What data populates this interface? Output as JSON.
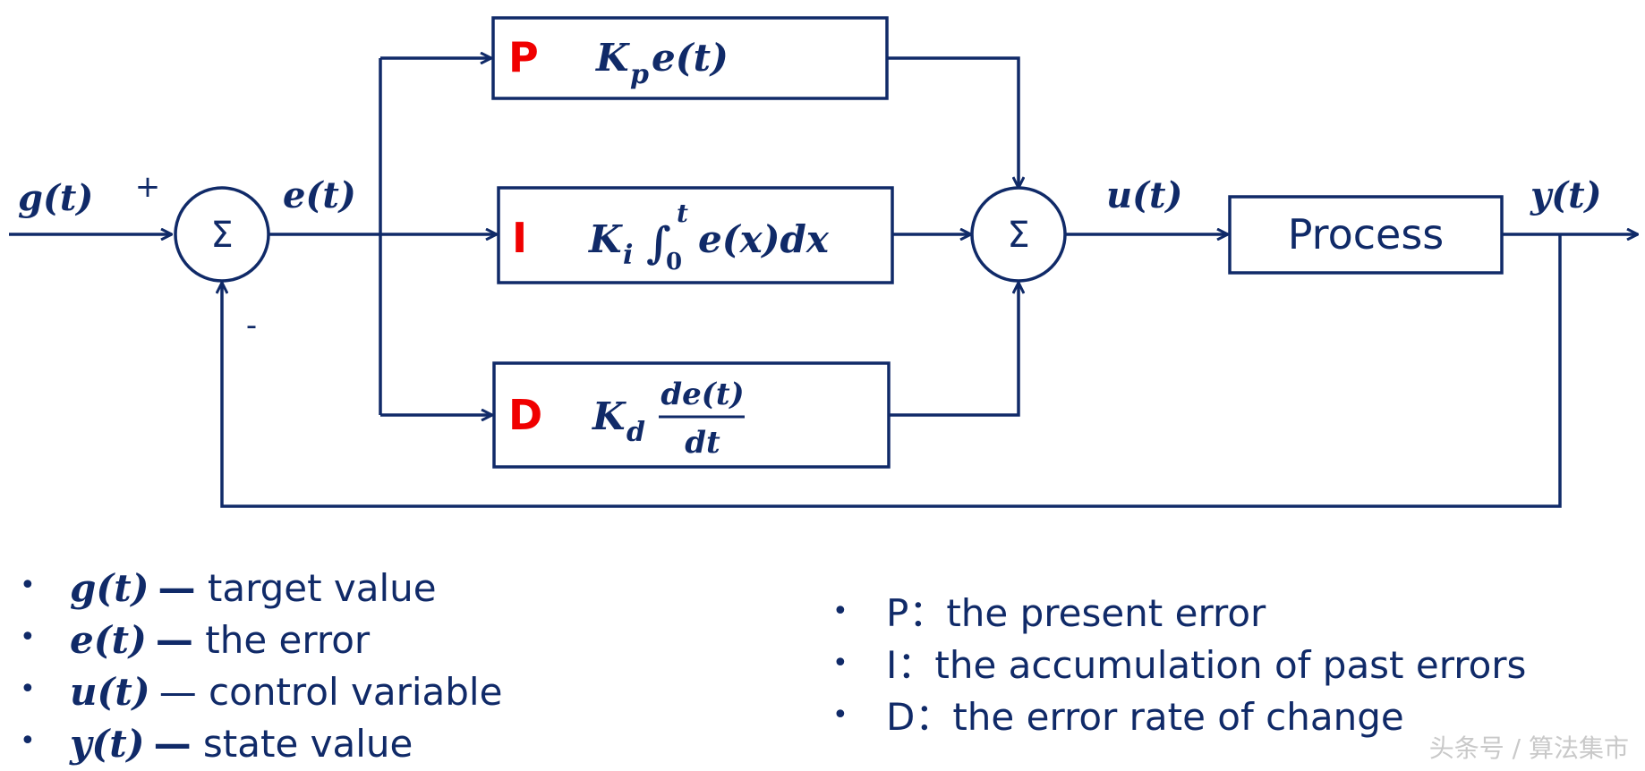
{
  "signals": {
    "g": "g(t)",
    "e": "e(t)",
    "u": "u(t)",
    "y": "y(t)",
    "plus": "+",
    "minus": "-"
  },
  "summing_symbol": "Σ",
  "blocks": {
    "P": {
      "tag": "P",
      "expr_main": "K",
      "expr_sub": "p",
      "expr_rest": "e(t)"
    },
    "I": {
      "tag": "I",
      "expr_main": "K",
      "expr_sub": "i",
      "integral": "∫",
      "lower": "0",
      "upper": "t",
      "expr_rest": "e(x)dx"
    },
    "D": {
      "tag": "D",
      "expr_main": "K",
      "expr_sub": "d",
      "numerator": "de(t)",
      "denominator": "dt"
    },
    "process": "Process"
  },
  "legend_left": [
    {
      "symbol": "g(t)",
      "dash": "—",
      "text": " target value"
    },
    {
      "symbol": "e(t)",
      "dash": "—",
      "text": " the error"
    },
    {
      "symbol": "u(t)",
      "dash": "—",
      "text": " control variable"
    },
    {
      "symbol": "y(t)",
      "dash": "—",
      "text": " state value"
    }
  ],
  "legend_right": [
    "P：the present error",
    "I：the accumulation of past errors",
    "D：the error rate of change"
  ],
  "bullet": "•",
  "watermark": "头条号 / 算法集市",
  "colors": {
    "line": "#102a68",
    "tag": "#f00000",
    "watermark": "#c9c9c9"
  }
}
